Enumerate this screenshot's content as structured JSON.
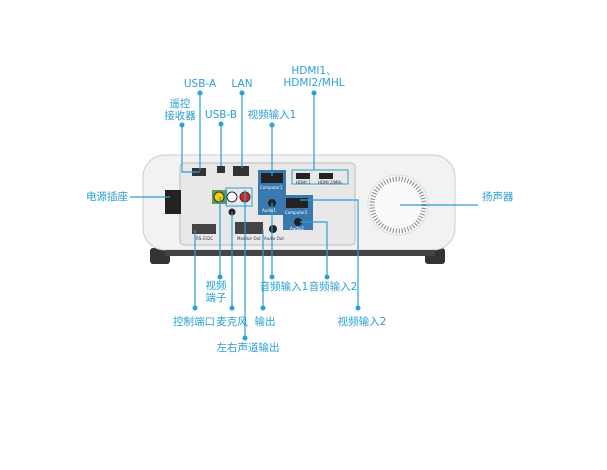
{
  "labels": {
    "remote_receiver": [
      "遥控",
      "接收器"
    ],
    "usb_a": "USB-A",
    "usb_b": "USB-B",
    "lan": "LAN",
    "video_in_1": "视频输入1",
    "hdmi": [
      "HDMI1、",
      "HDMI2/MHL"
    ],
    "power": "电源插座",
    "speaker": "扬声器",
    "composite": [
      "视频",
      "端子"
    ],
    "audio_in_1": "音频输入1",
    "audio_in_2": "音频输入2",
    "control_port": "控制端口",
    "mic": "麦克风",
    "output": "输出",
    "video_in_2": "视频输入2",
    "lr_out": "左右声道输出"
  },
  "port_text": {
    "computer1": "Computer1",
    "computer2": "Computer2",
    "hdmi1": "HDMI 1",
    "hdmi2": "HDMI 2/MHL",
    "audio1": "Audio1",
    "audio2": "Audio2",
    "rs232c": "RS-232C",
    "monitor_out": "Monitor Out",
    "audio_out": "Audio Out"
  },
  "colors": {
    "accent": "#2a9fd6",
    "panel": "#3a78b0"
  }
}
